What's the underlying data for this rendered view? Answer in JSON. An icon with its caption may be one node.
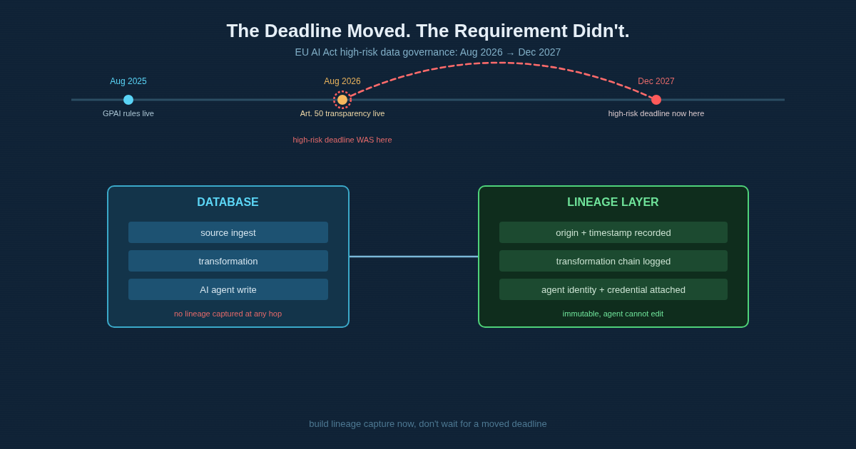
{
  "diagram": {
    "title": "The Deadline Moved. The Requirement Didn't.",
    "caption": "build lineage capture now, don't wait for a moved deadline",
    "nodes": [
      {
        "text": [],
        "shape": "circle",
        "beside": [
          "Aug 2025",
          "GPAI rules live"
        ]
      },
      {
        "text": [],
        "shape": "circle",
        "beside": [
          "Aug 2026",
          "Art. 50 transparency live",
          "high-risk deadline WAS here"
        ]
      },
      {
        "text": [],
        "shape": "circle",
        "beside": [
          "Dec 2027",
          "high-risk deadline now here"
        ]
      },
      {
        "text": [
          "DATABASE",
          "no lineage captured at any hop"
        ]
      },
      {
        "text": [
          "source ingest"
        ],
        "in": 3
      },
      {
        "text": [
          "transformation"
        ],
        "in": 3
      },
      {
        "text": [
          "AI agent write"
        ],
        "in": 3
      },
      {
        "text": [
          "LINEAGE LAYER",
          "immutable, agent cannot edit"
        ]
      },
      {
        "text": [
          "origin + timestamp recorded"
        ],
        "in": 7
      },
      {
        "text": [
          "transformation chain logged"
        ],
        "in": 7
      },
      {
        "text": [
          "agent identity + credential attached"
        ],
        "in": 7
      }
    ],
    "edges": [
      {
        "from": 1,
        "to": 2,
        "arrow": "none",
        "style": "dashed",
        "color": "#ff6b6b"
      },
      {
        "from": 3,
        "to": 7,
        "arrow": "none",
        "color": "#7ab8d8"
      }
    ],
    "labels": [
      "EU AI Act high-risk data governance: Aug 2026 → Dec 2027"
    ]
  }
}
